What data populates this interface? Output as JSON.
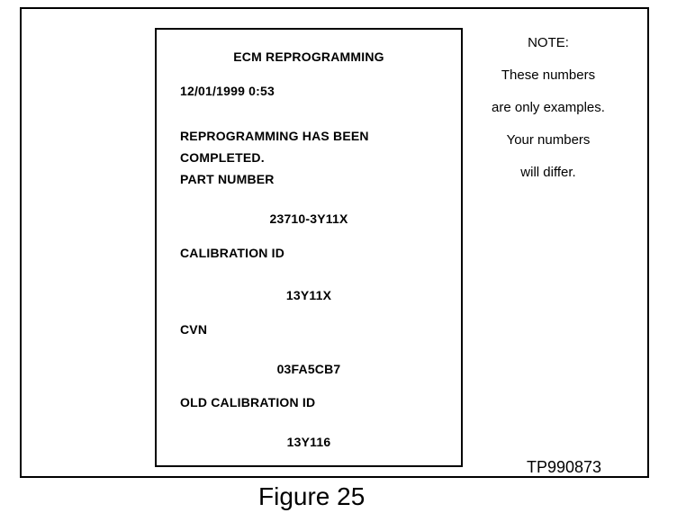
{
  "printout": {
    "title": "ECM REPROGRAMMING",
    "datetime": "12/01/1999 0:53",
    "status_line1": "REPROGRAMMING HAS BEEN",
    "status_line2": "COMPLETED.",
    "part_number_label": "PART NUMBER",
    "part_number_value": "23710-3Y11X",
    "calibration_id_label": "CALIBRATION ID",
    "calibration_id_value": "13Y11X",
    "cvn_label": "CVN",
    "cvn_value": "03FA5CB7",
    "old_calibration_id_label": "OLD CALIBRATION ID",
    "old_calibration_id_value": "13Y116"
  },
  "note": {
    "line1": "NOTE:",
    "line2": "These numbers",
    "line3": "are only examples.",
    "line4": "Your numbers",
    "line5": "will differ."
  },
  "ref_code": "TP990873",
  "caption": "Figure 25"
}
